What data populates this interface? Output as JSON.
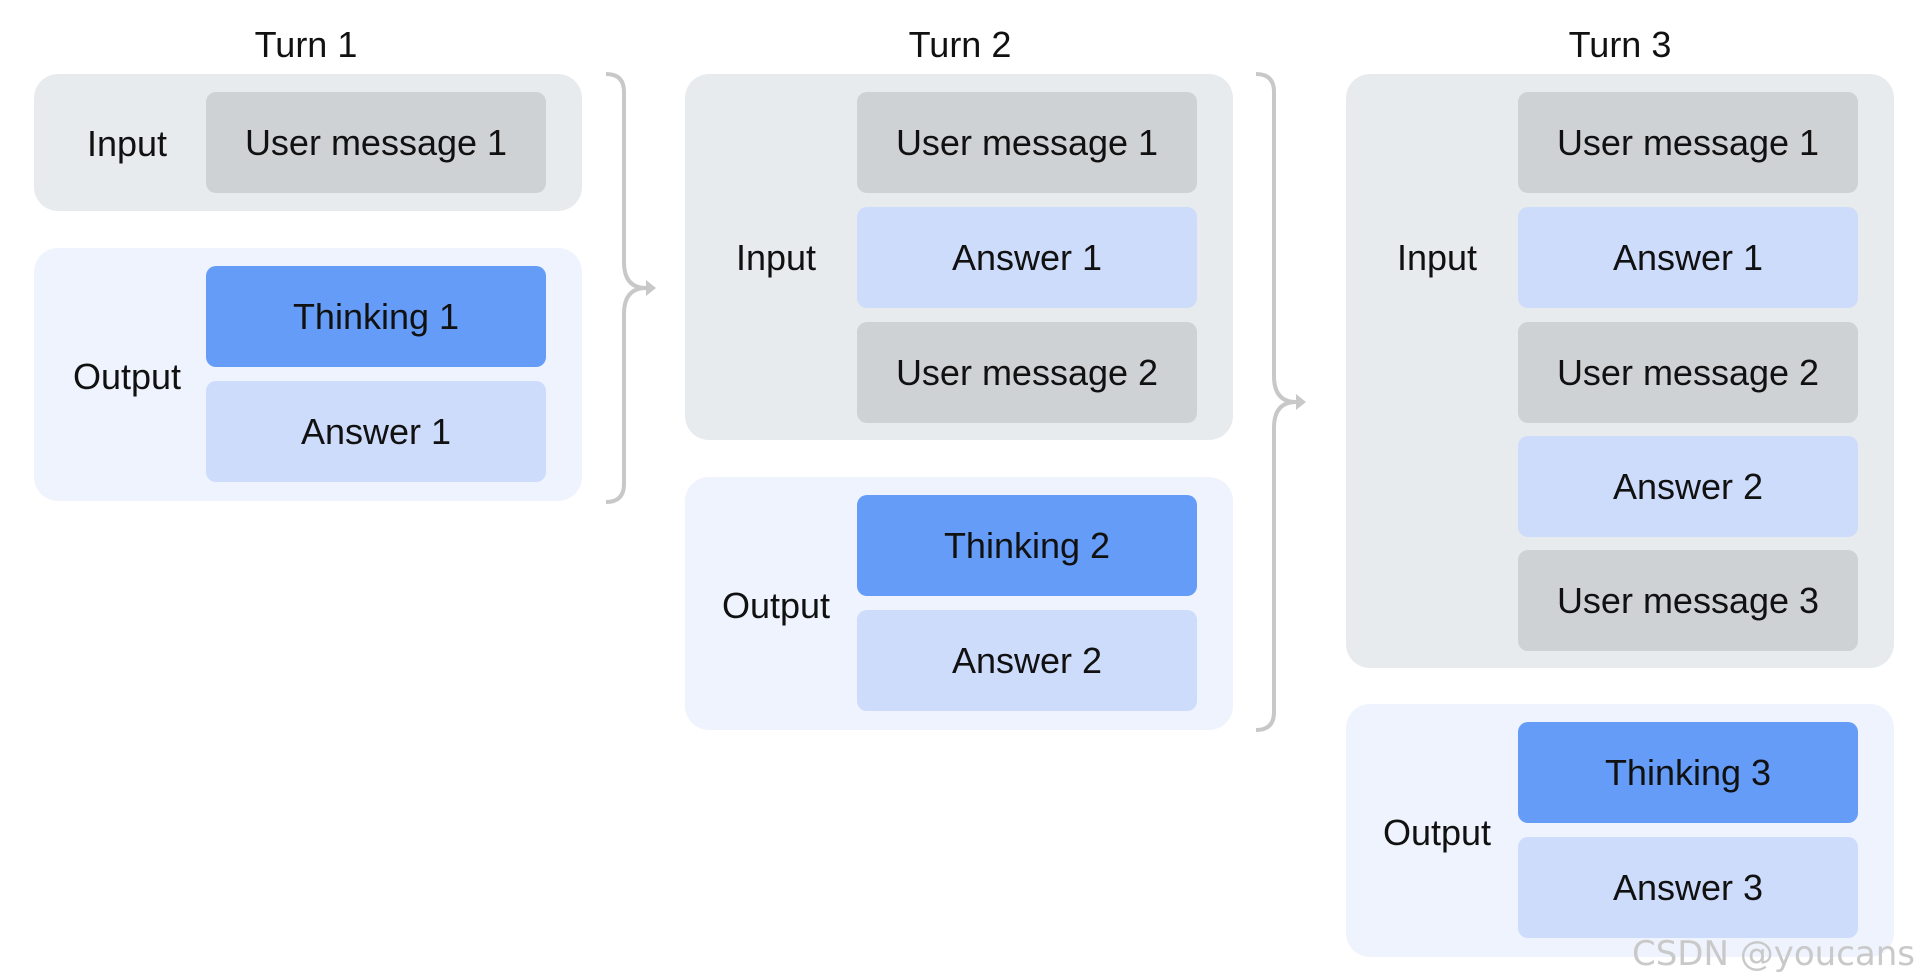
{
  "turns": [
    {
      "title": "Turn 1",
      "input_label": "Input",
      "input_blocks": [
        {
          "text": "User message 1",
          "kind": "user"
        }
      ],
      "output_label": "Output",
      "output_blocks": [
        {
          "text": "Thinking 1",
          "kind": "thinking"
        },
        {
          "text": "Answer 1",
          "kind": "answer"
        }
      ]
    },
    {
      "title": "Turn 2",
      "input_label": "Input",
      "input_blocks": [
        {
          "text": "User message 1",
          "kind": "user"
        },
        {
          "text": "Answer 1",
          "kind": "answer"
        },
        {
          "text": "User message 2",
          "kind": "user"
        }
      ],
      "output_label": "Output",
      "output_blocks": [
        {
          "text": "Thinking 2",
          "kind": "thinking"
        },
        {
          "text": "Answer 2",
          "kind": "answer"
        }
      ]
    },
    {
      "title": "Turn 3",
      "input_label": "Input",
      "input_blocks": [
        {
          "text": "User message 1",
          "kind": "user"
        },
        {
          "text": "Answer 1",
          "kind": "answer"
        },
        {
          "text": "User message 2",
          "kind": "user"
        },
        {
          "text": "Answer 2",
          "kind": "answer"
        },
        {
          "text": "User message 3",
          "kind": "user"
        }
      ],
      "output_label": "Output",
      "output_blocks": [
        {
          "text": "Thinking 3",
          "kind": "thinking"
        },
        {
          "text": "Answer 3",
          "kind": "answer"
        }
      ]
    }
  ],
  "watermark": "CSDN @youcans",
  "colors": {
    "input_panel": "#e8ebee",
    "output_panel": "#eef3fd",
    "user_block": "#cfd2d5",
    "answer_block": "#cddcfb",
    "thinking_block": "#659cf7",
    "brace": "#c8c8c8"
  }
}
